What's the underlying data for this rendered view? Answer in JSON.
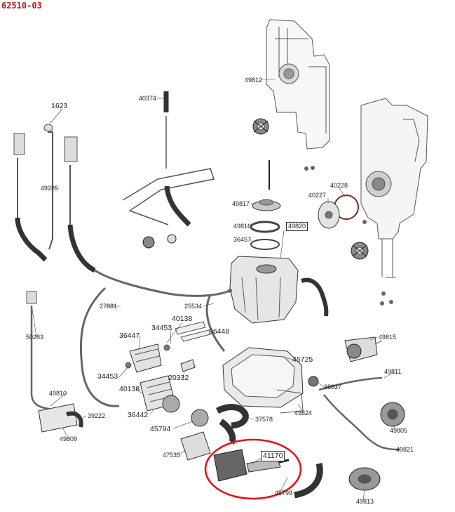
{
  "diagram": {
    "title": "62510-03",
    "highlight_color": "#e0141a",
    "parts": [
      {
        "id": "p49812",
        "text": "49812"
      },
      {
        "id": "p1623",
        "text": "1623"
      },
      {
        "id": "p40374",
        "text": "40374"
      },
      {
        "id": "p49225",
        "text": "49225"
      },
      {
        "id": "p49817",
        "text": "49817"
      },
      {
        "id": "p40228",
        "text": "40228"
      },
      {
        "id": "p40227",
        "text": "40227"
      },
      {
        "id": "p49816",
        "text": "49816"
      },
      {
        "id": "p49820",
        "text": "49820"
      },
      {
        "id": "p36457",
        "text": "36457"
      },
      {
        "id": "p27881",
        "text": "27881"
      },
      {
        "id": "p25534",
        "text": "25534"
      },
      {
        "id": "p40138a",
        "text": "40138"
      },
      {
        "id": "p34453a",
        "text": "34453"
      },
      {
        "id": "p36447",
        "text": "36447"
      },
      {
        "id": "p36448",
        "text": "36448"
      },
      {
        "id": "p50283",
        "text": "50283"
      },
      {
        "id": "p49815",
        "text": "49815"
      },
      {
        "id": "p34453b",
        "text": "34453"
      },
      {
        "id": "p45725",
        "text": "45725"
      },
      {
        "id": "p20332",
        "text": "20332"
      },
      {
        "id": "p40138b",
        "text": "40138"
      },
      {
        "id": "p38837",
        "text": "38837"
      },
      {
        "id": "p49811",
        "text": "49811"
      },
      {
        "id": "p49810",
        "text": "49810"
      },
      {
        "id": "p36442",
        "text": "36442"
      },
      {
        "id": "p39222",
        "text": "39222"
      },
      {
        "id": "p37578",
        "text": "37578"
      },
      {
        "id": "p49824",
        "text": "49824"
      },
      {
        "id": "p45794",
        "text": "45794"
      },
      {
        "id": "p49805",
        "text": "49805"
      },
      {
        "id": "p49809",
        "text": "49809"
      },
      {
        "id": "p47535",
        "text": "47535"
      },
      {
        "id": "p41170",
        "text": "41170"
      },
      {
        "id": "p49821",
        "text": "49821"
      },
      {
        "id": "p49813",
        "text": "49813"
      },
      {
        "id": "p45799",
        "text": "45799"
      }
    ]
  }
}
